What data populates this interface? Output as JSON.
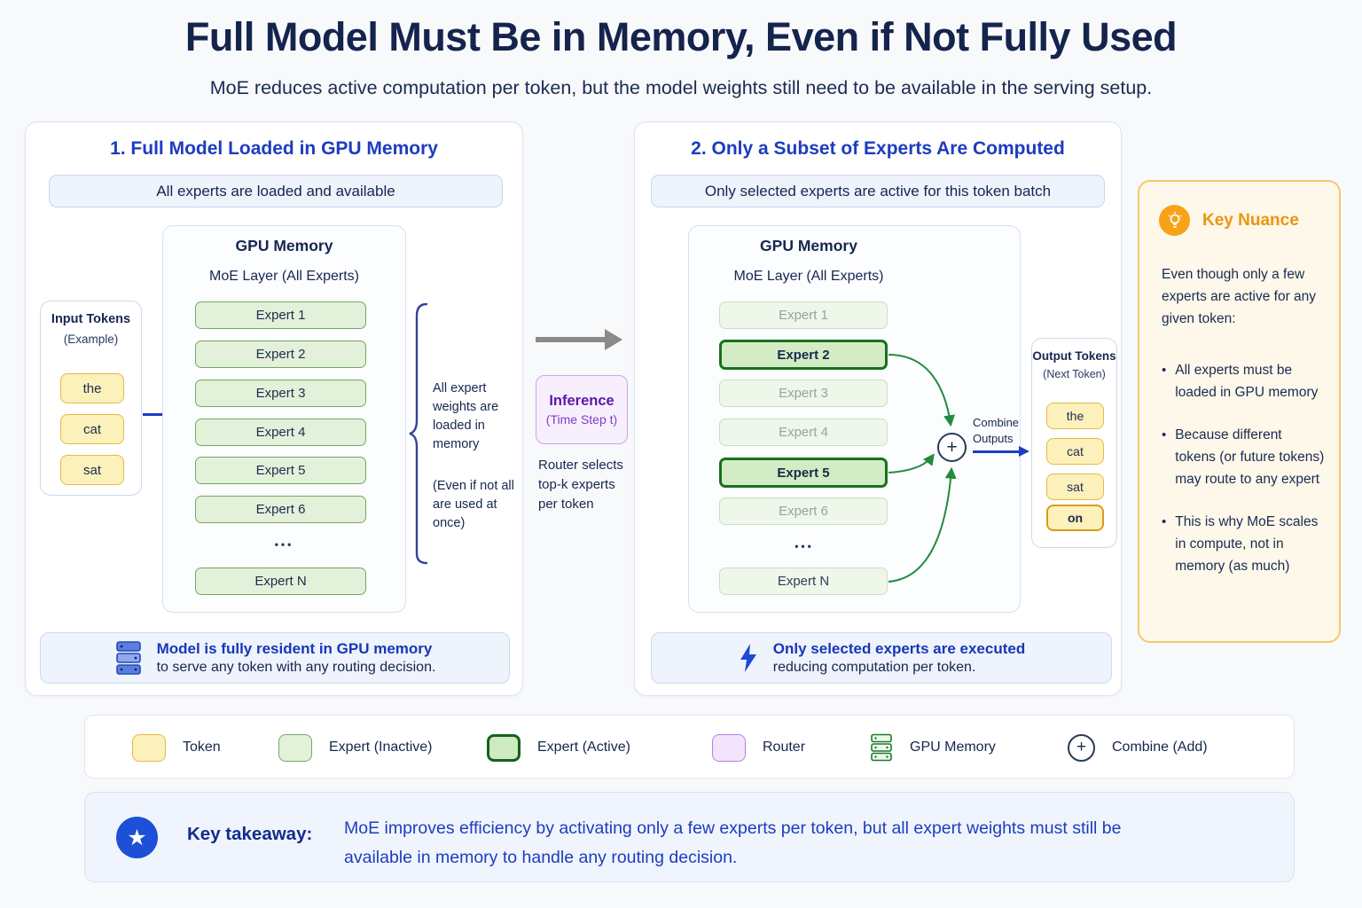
{
  "title": "Full Model Must Be in Memory, Even if Not Fully Used",
  "subtitle": "MoE reduces active computation per token, but the model weights still need to be available in the serving setup.",
  "panel1": {
    "title": "1.  Full Model Loaded in GPU Memory",
    "banner": "All experts are loaded and available",
    "gpu": {
      "title": "GPU Memory",
      "layer": "MoE Layer (All Experts)",
      "experts": [
        "Expert 1",
        "Expert 2",
        "Expert 3",
        "Expert 4",
        "Expert 5",
        "Expert 6"
      ],
      "ellipsis": "•••",
      "expert_n": "Expert N"
    },
    "input_tokens": {
      "title": "Input Tokens",
      "subtitle": "(Example)",
      "tokens": [
        "the",
        "cat",
        "sat"
      ]
    },
    "brace_note_line1": "All expert weights are loaded in memory",
    "brace_note_line2": "(Even if not all are used at once)",
    "note": {
      "bold": "Model is fully resident in GPU memory",
      "text": "to serve any token with any routing decision."
    }
  },
  "flow": {
    "inference": "Inference",
    "timestep": "(Time Step t)",
    "router_note": "Router selects top-k experts per token"
  },
  "panel2": {
    "title": "2. Only a Subset of Experts Are Computed",
    "banner": "Only selected experts are active for this token batch",
    "gpu": {
      "title": "GPU Memory",
      "layer": "MoE Layer (All Experts)",
      "experts": [
        "Expert 1",
        "Expert 2",
        "Expert 3",
        "Expert 4",
        "Expert 5",
        "Expert 6"
      ],
      "ellipsis": "•••",
      "expert_n": "Expert N",
      "active_experts": [
        "Expert 2",
        "Expert 5"
      ]
    },
    "combine": {
      "line1": "Combine",
      "line2": "Outputs",
      "plus": "+"
    },
    "output_tokens": {
      "title": "Output Tokens",
      "subtitle": "(Next Token)",
      "tokens": [
        "the",
        "cat",
        "sat",
        "on"
      ],
      "highlight_token": "on"
    },
    "note": {
      "bold": "Only selected experts are executed",
      "text": "reducing computation per token."
    }
  },
  "key_nuance": {
    "title": "Key Nuance",
    "intro": "Even though only a few experts are active for any given token:",
    "bullets": [
      "All experts must be loaded in GPU memory",
      "Because different tokens (or future tokens) may route to any expert",
      "This is why MoE scales in compute, not in memory (as much)"
    ]
  },
  "legend": {
    "items": [
      {
        "label": "Token",
        "swatch": "token"
      },
      {
        "label": "Expert (Inactive)",
        "swatch": "expert-inactive"
      },
      {
        "label": "Expert (Active)",
        "swatch": "expert-active"
      },
      {
        "label": "Router",
        "swatch": "router"
      },
      {
        "label": "GPU Memory",
        "swatch": "gpu-memory-icon"
      },
      {
        "label": "Combine (Add)",
        "swatch": "combine-icon",
        "symbol": "+"
      }
    ]
  },
  "takeaway": {
    "label": "Key takeaway:",
    "star": "★",
    "text": "MoE improves efficiency by activating only a few experts per token, but all expert weights must still be available in memory to handle any routing decision."
  },
  "colors": {
    "accent_blue": "#1d3cc0",
    "navy_text": "#17264f",
    "expert_fill": "#e4f1da",
    "expert_border": "#6faa5e",
    "active_fill": "#d4ecc5",
    "active_border": "#17701f",
    "inactive_fill": "#eef7e9",
    "token_fill": "#fcf0bb",
    "token_border": "#e5bb43",
    "router_fill": "#f8effd",
    "router_border": "#cba4e9",
    "purple_text": "#5b17a8",
    "nuance_bg": "#fdf8e9",
    "nuance_border": "#f3c96d",
    "nuance_orange": "#ee9410",
    "connector_green": "#238b3d",
    "gray_arrow": "#8a8a8a"
  }
}
